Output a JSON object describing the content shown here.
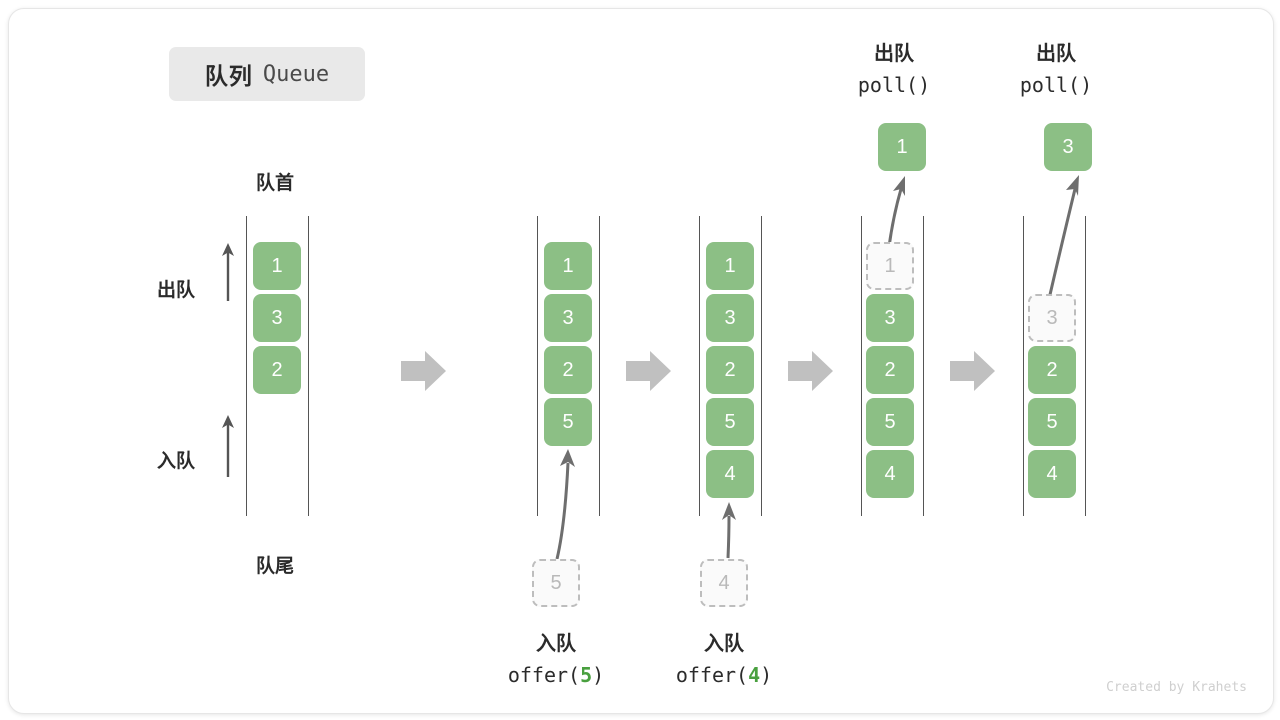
{
  "title": {
    "cn": "队列",
    "en": "Queue"
  },
  "labels": {
    "head": "队首",
    "tail": "队尾",
    "dequeue": "出队",
    "enqueue": "入队"
  },
  "colors": {
    "item_fill": "#8cbf85",
    "item_text": "#ffffff",
    "ghost_border": "#bdbdbd",
    "ghost_text": "#b9b9b9",
    "rail": "#555555",
    "transition_arrow": "#c0c0c0",
    "accent_number": "#49a03f",
    "badge_bg": "#e9e9e9"
  },
  "columns": [
    {
      "id": "state-0",
      "items": [
        "1",
        "3",
        "2"
      ],
      "ghost_index": -1
    },
    {
      "id": "state-1",
      "items": [
        "1",
        "3",
        "2",
        "5"
      ],
      "ghost_index": -1
    },
    {
      "id": "state-2",
      "items": [
        "1",
        "3",
        "2",
        "5",
        "4"
      ],
      "ghost_index": -1
    },
    {
      "id": "state-3",
      "items": [
        "1",
        "3",
        "2",
        "5",
        "4"
      ],
      "ghost_index": 0
    },
    {
      "id": "state-4",
      "items": [
        "",
        "3",
        "2",
        "5",
        "4"
      ],
      "ghost_index": 1
    }
  ],
  "operations": {
    "offer5": {
      "cn": "入队",
      "fn": "offer(",
      "num": "5",
      "close": ")",
      "ghost_value": "5"
    },
    "offer4": {
      "cn": "入队",
      "fn": "offer(",
      "num": "4",
      "close": ")",
      "ghost_value": "4"
    },
    "poll1": {
      "cn": "出队",
      "fn": "poll()",
      "popped": "1"
    },
    "poll3": {
      "cn": "出队",
      "fn": "poll()",
      "popped": "3"
    }
  },
  "credit": "Created by Krahets"
}
